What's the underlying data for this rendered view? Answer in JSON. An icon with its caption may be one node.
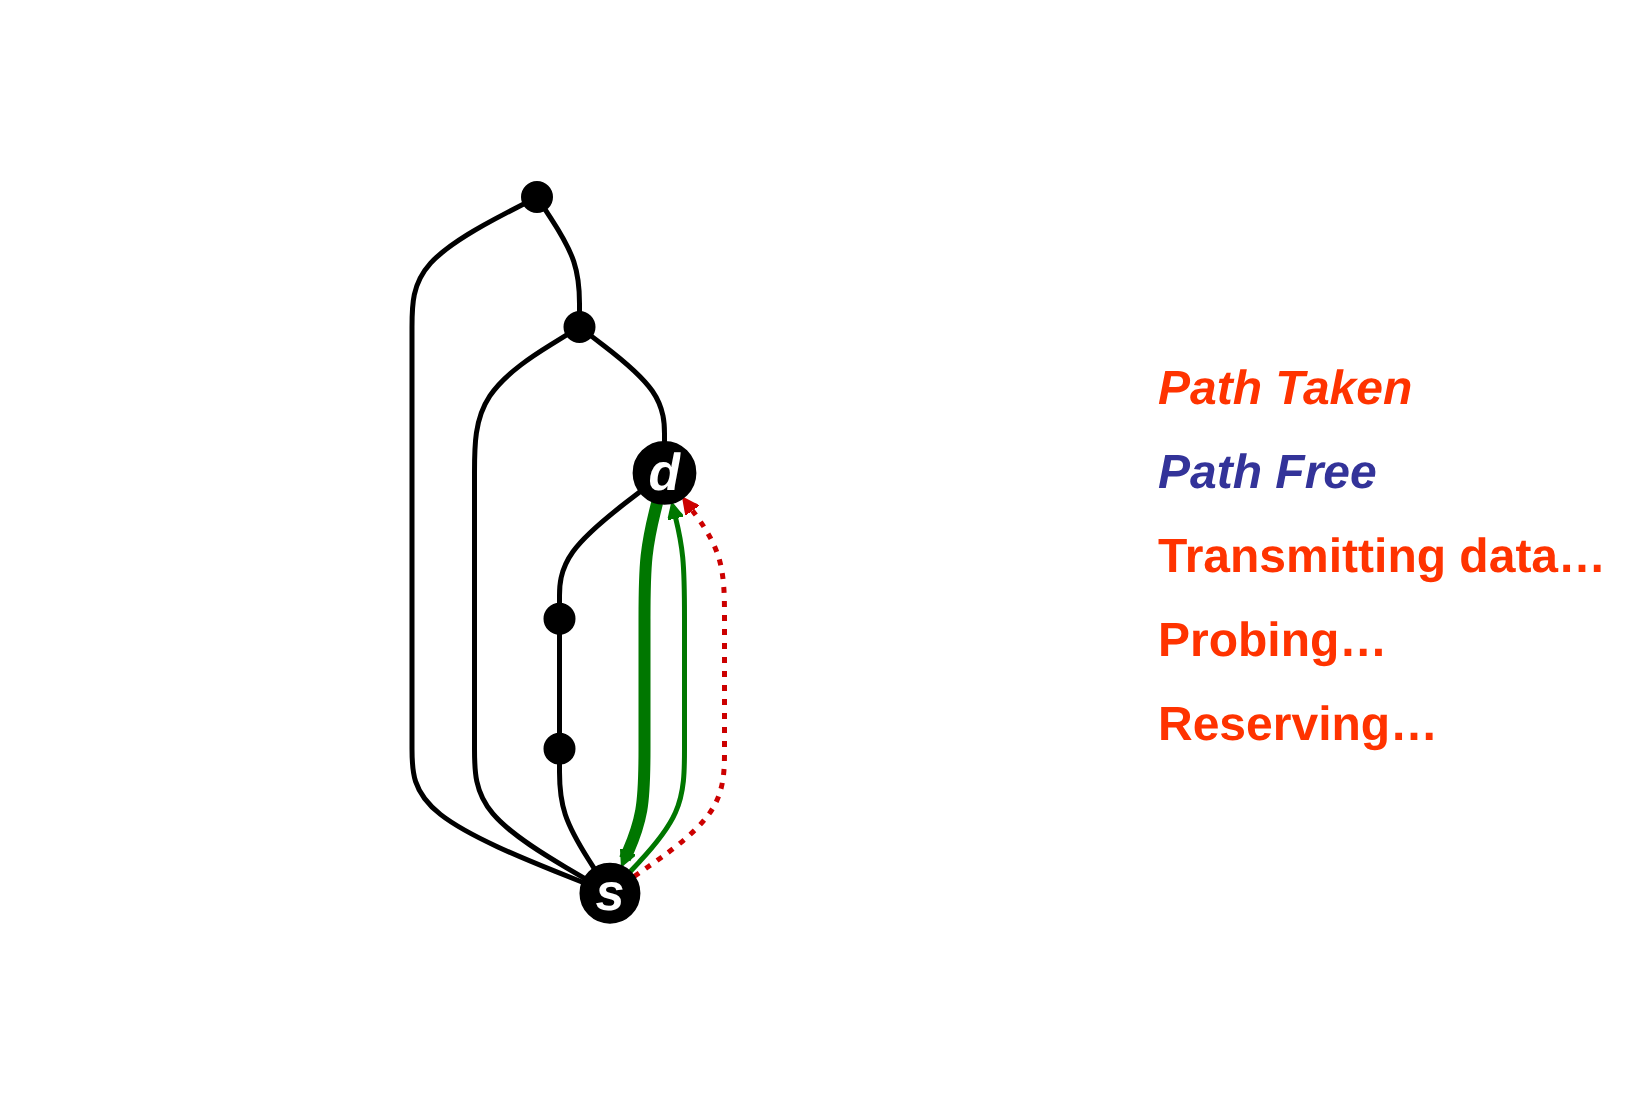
{
  "diagram": {
    "nodes": [
      {
        "text": [
          "d"
        ]
      },
      {
        "text": [],
        "shape": "circle"
      },
      {
        "text": [],
        "shape": "circle"
      },
      {
        "text": [],
        "shape": "circle"
      },
      {
        "text": [],
        "shape": "circle"
      },
      {
        "text": [
          "s"
        ]
      }
    ],
    "edges": [
      {
        "from": 1,
        "to": 2,
        "arrow": "none"
      },
      {
        "from": 1,
        "to": 5,
        "arrow": "none"
      },
      {
        "from": 2,
        "to": 5,
        "arrow": "none"
      },
      {
        "from": 2,
        "to": 0,
        "arrow": "none"
      },
      {
        "from": 0,
        "to": 3,
        "arrow": "none"
      },
      {
        "from": 3,
        "to": 4,
        "arrow": "none"
      },
      {
        "from": 4,
        "to": 5,
        "arrow": "none"
      },
      {
        "from": 5,
        "to": 0,
        "arrow": "to",
        "color": "#007700"
      },
      {
        "from": 0,
        "to": 5,
        "arrow": "to",
        "style": "thick",
        "color": "#007700"
      },
      {
        "from": 5,
        "to": 0,
        "arrow": "to",
        "style": "dashed",
        "color": "#cc0000"
      }
    ],
    "labels": [
      "Path Taken",
      "Path Free",
      "Transmitting data…",
      "Probing…",
      "Reserving…"
    ]
  }
}
